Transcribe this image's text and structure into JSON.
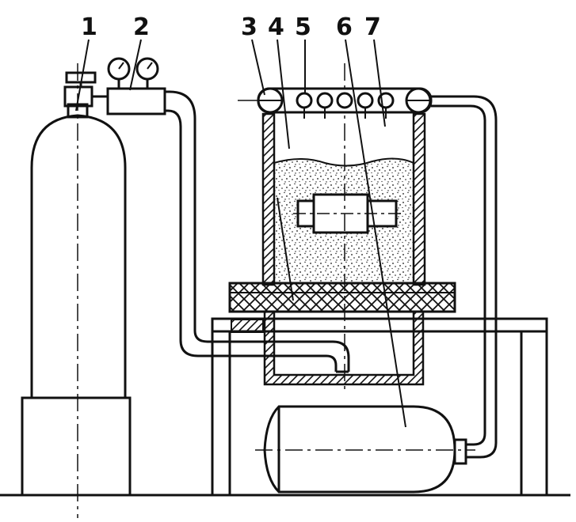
{
  "labels": [
    "1",
    "2",
    "3",
    "4",
    "5",
    "6",
    "7"
  ],
  "colors": {
    "ink": "#111111",
    "paper": "#ffffff"
  }
}
